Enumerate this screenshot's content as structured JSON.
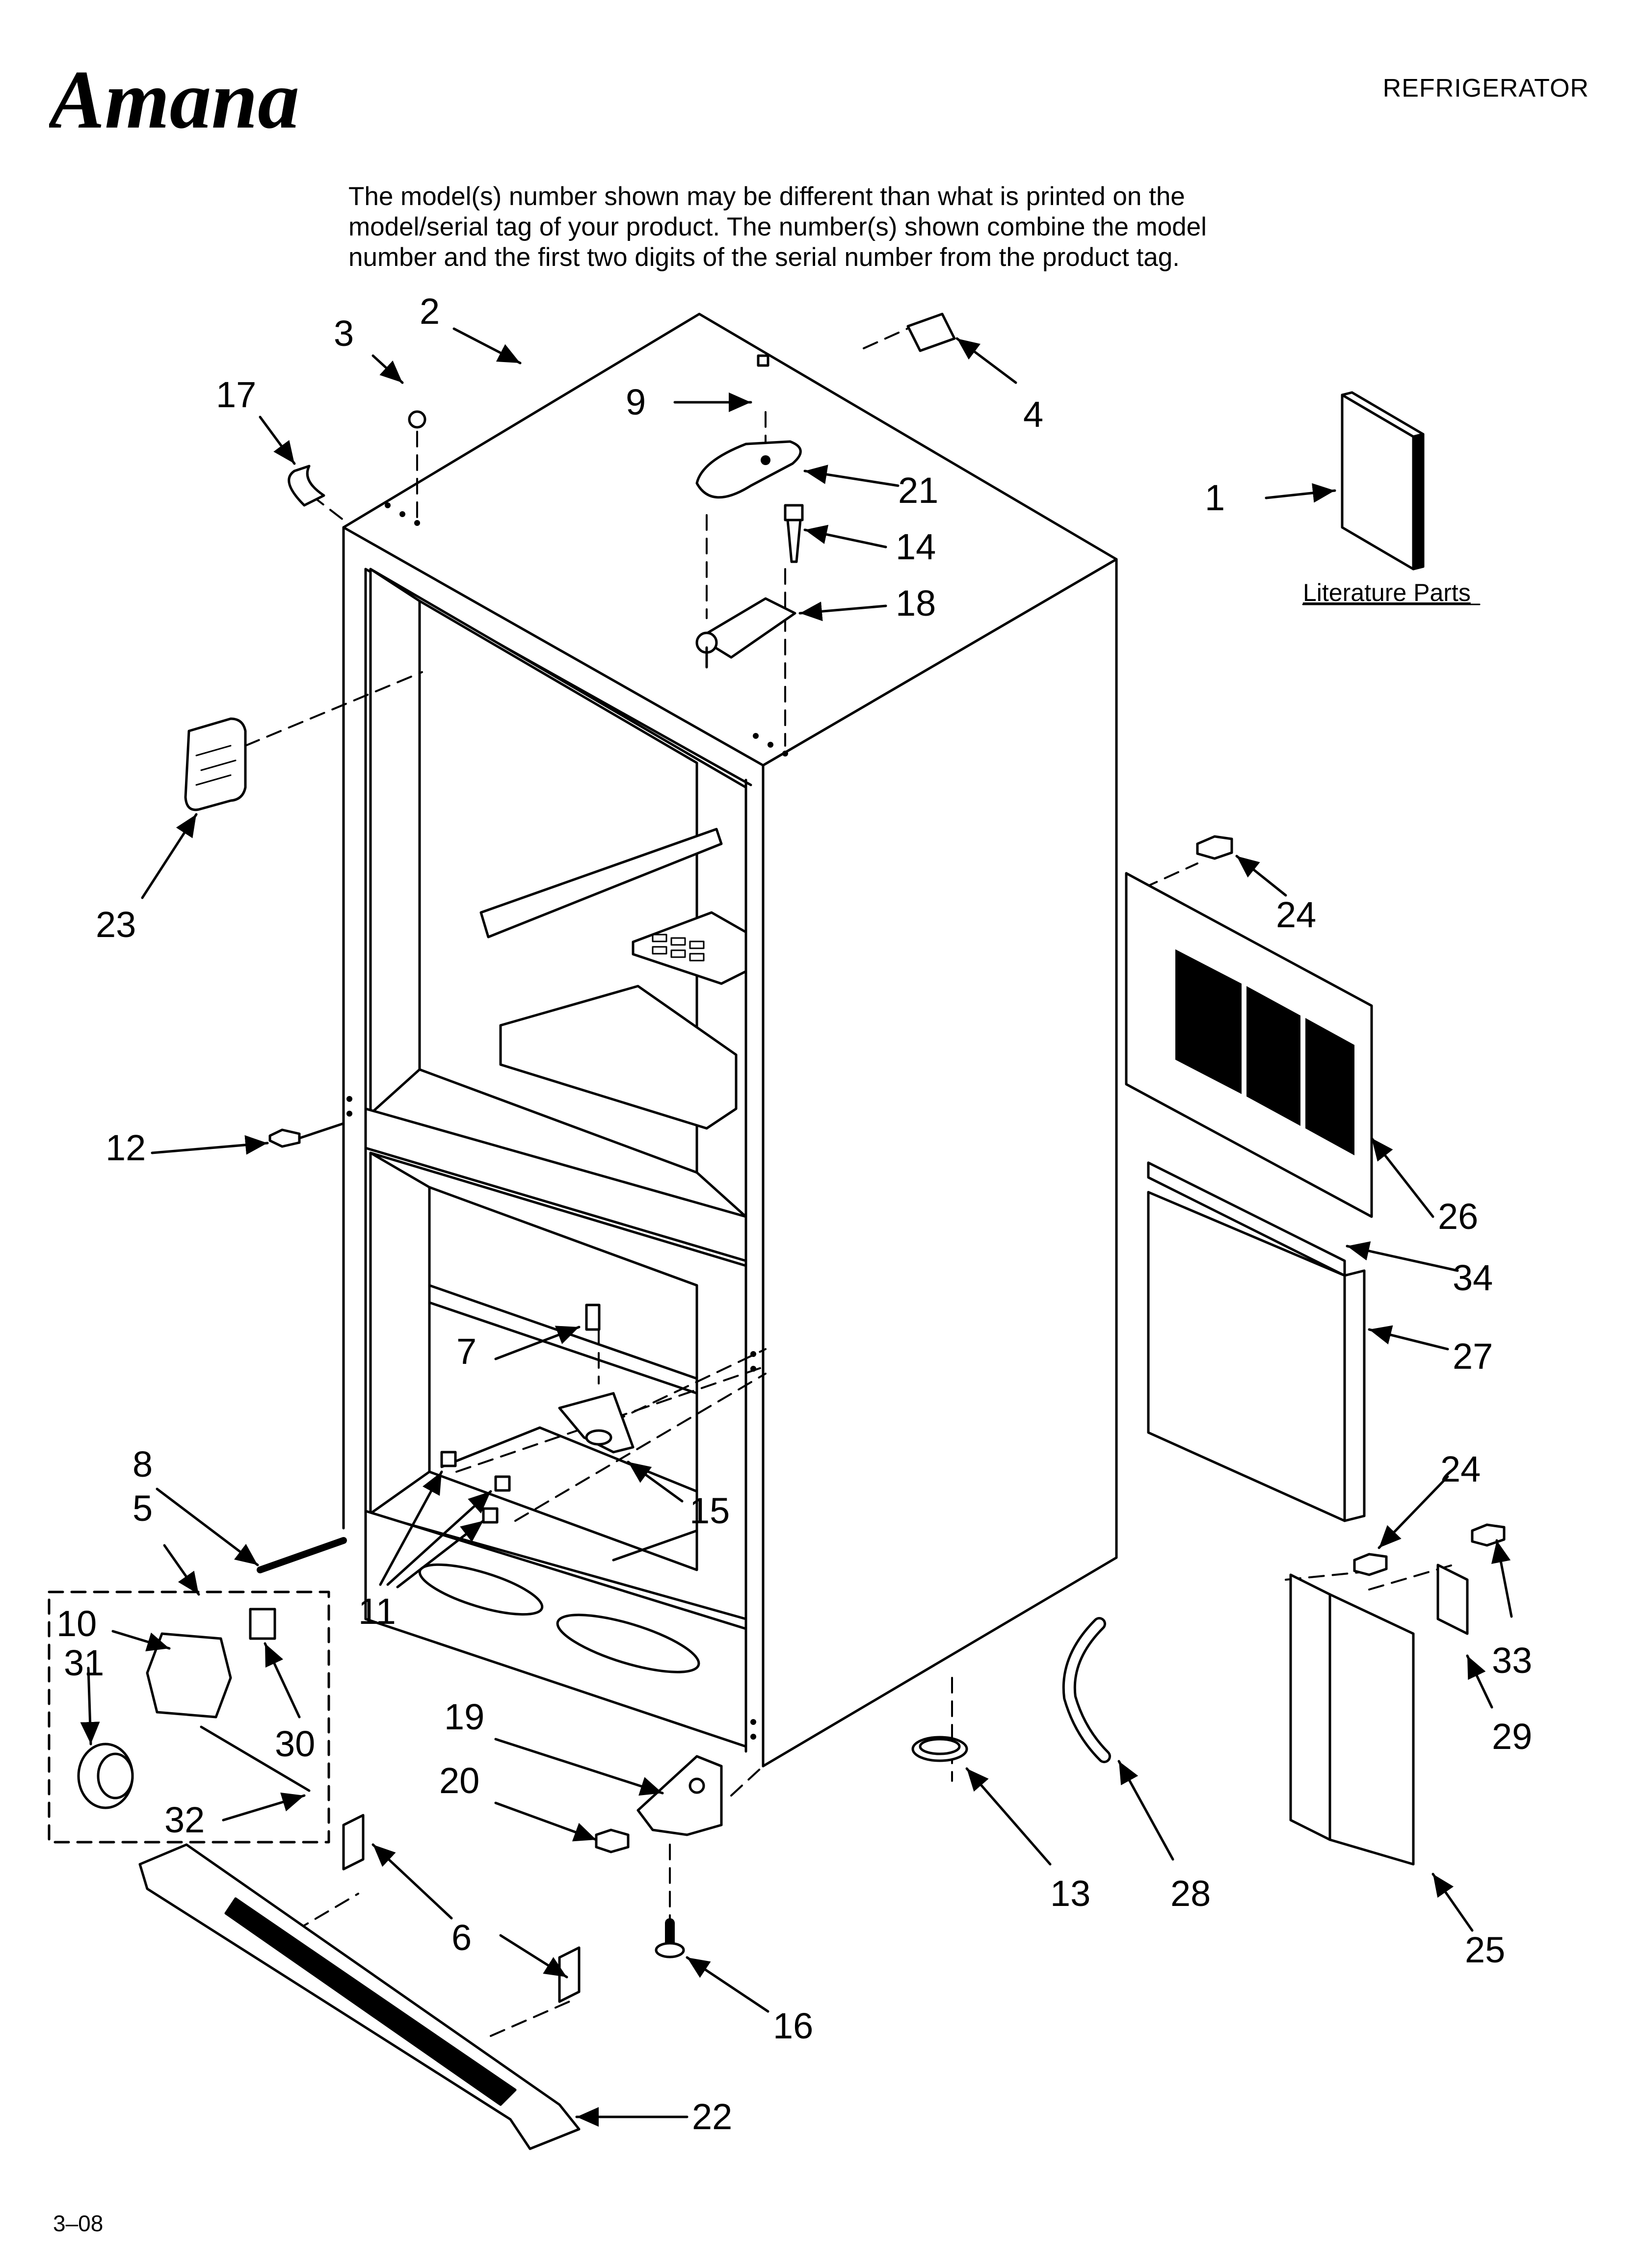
{
  "header": {
    "brand": "Amana",
    "title": "REFRIGERATOR"
  },
  "notice": {
    "lines": [
      "The model(s) number shown may be different than what is printed on the",
      "model/serial tag of your product. The number(s) shown combine the model",
      "number and the first two digits of the serial number from the product tag."
    ]
  },
  "diagram": {
    "callouts": [
      "1",
      "2",
      "3",
      "4",
      "5",
      "6",
      "7",
      "8",
      "9",
      "10",
      "11",
      "12",
      "13",
      "14",
      "15",
      "16",
      "17",
      "18",
      "19",
      "20",
      "21",
      "22",
      "23",
      "24",
      "24",
      "25",
      "26",
      "27",
      "28",
      "29",
      "30",
      "31",
      "32",
      "33",
      "34"
    ],
    "literature_label": "Literature Parts"
  },
  "footer": {
    "page_code": "3–08"
  }
}
